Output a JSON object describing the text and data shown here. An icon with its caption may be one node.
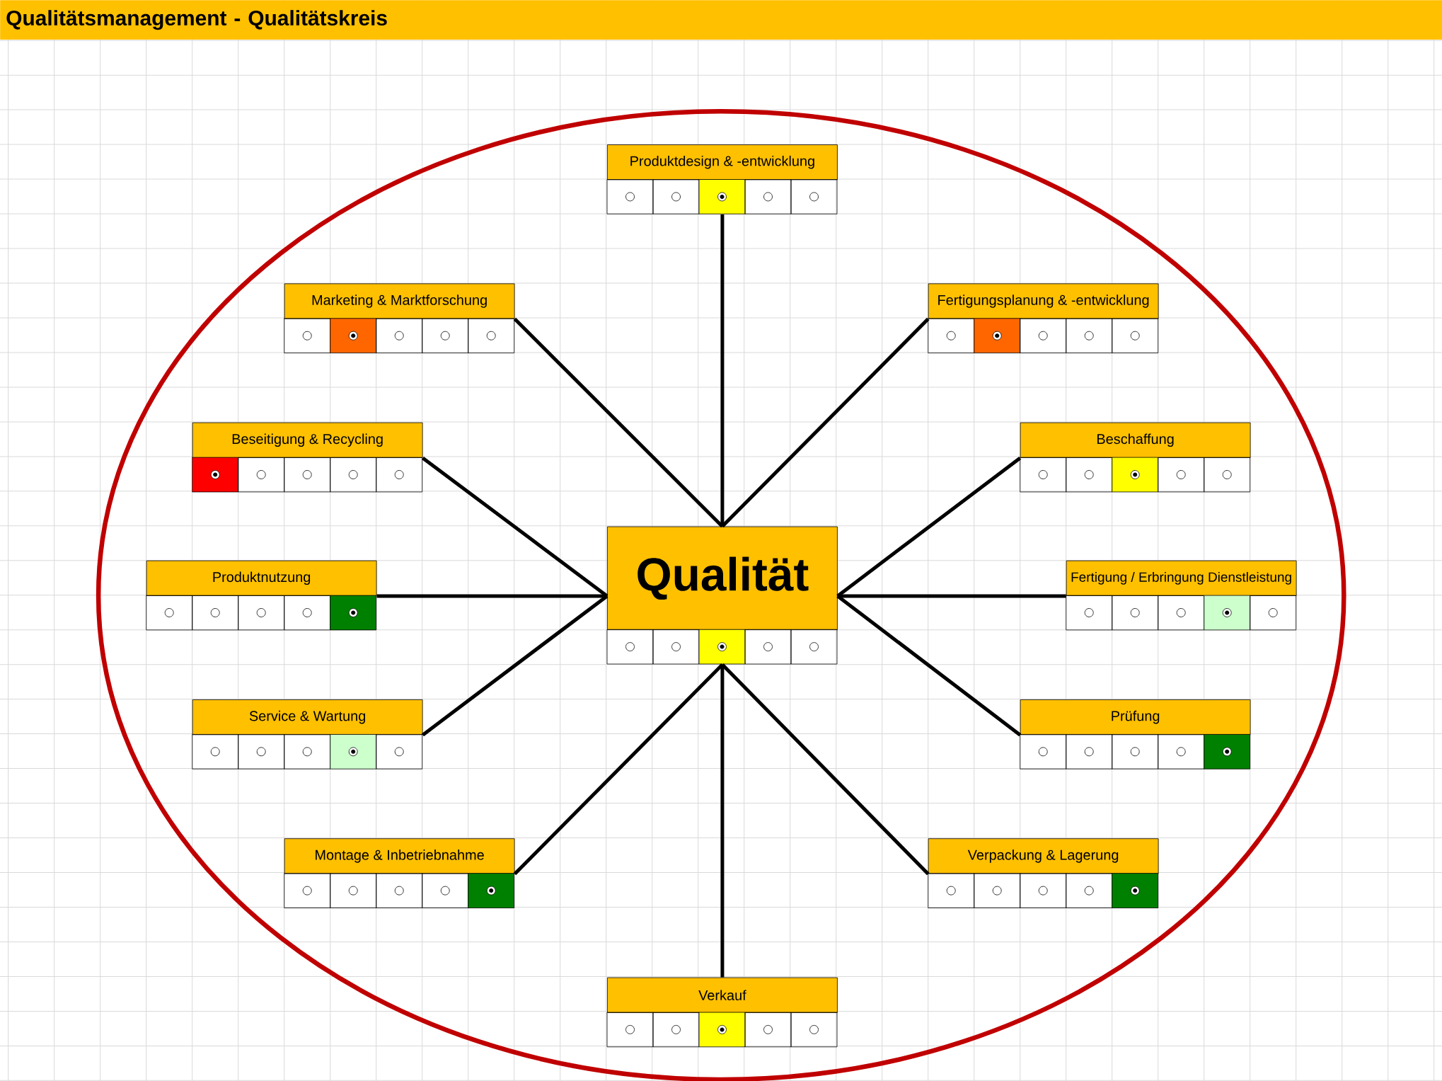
{
  "diagram": {
    "title": "Qualitätsmanagement - Qualitätskreis",
    "nodes": [
      {
        "text": [
          "Qualität"
        ]
      },
      {
        "text": [
          "Produktdesign & -entwicklung"
        ]
      },
      {
        "text": [
          "Marketing & Marktforschung"
        ]
      },
      {
        "text": [
          "Fertigungsplanung & -entwicklung"
        ]
      },
      {
        "text": [
          "Beseitigung & Recycling"
        ]
      },
      {
        "text": [
          "Beschaffung"
        ]
      },
      {
        "text": [
          "Produktnutzung"
        ]
      },
      {
        "text": [
          "Fertigung / Erbringung Dienstleistung"
        ]
      },
      {
        "text": [
          "Service & Wartung"
        ]
      },
      {
        "text": [
          "Prüfung"
        ]
      },
      {
        "text": [
          "Montage & Inbetriebnahme"
        ]
      },
      {
        "text": [
          "Verpackung & Lagerung"
        ]
      },
      {
        "text": [
          "Verkauf"
        ]
      }
    ],
    "edges": [
      {
        "from": 0,
        "to": 1,
        "arrow": "none"
      },
      {
        "from": 0,
        "to": 2,
        "arrow": "none"
      },
      {
        "from": 0,
        "to": 3,
        "arrow": "none"
      },
      {
        "from": 0,
        "to": 4,
        "arrow": "none"
      },
      {
        "from": 0,
        "to": 5,
        "arrow": "none"
      },
      {
        "from": 0,
        "to": 6,
        "arrow": "none"
      },
      {
        "from": 0,
        "to": 7,
        "arrow": "none"
      },
      {
        "from": 0,
        "to": 8,
        "arrow": "none"
      },
      {
        "from": 0,
        "to": 9,
        "arrow": "none"
      },
      {
        "from": 0,
        "to": 10,
        "arrow": "none"
      },
      {
        "from": 0,
        "to": 11,
        "arrow": "none"
      },
      {
        "from": 0,
        "to": 12,
        "arrow": "none"
      }
    ]
  }
}
